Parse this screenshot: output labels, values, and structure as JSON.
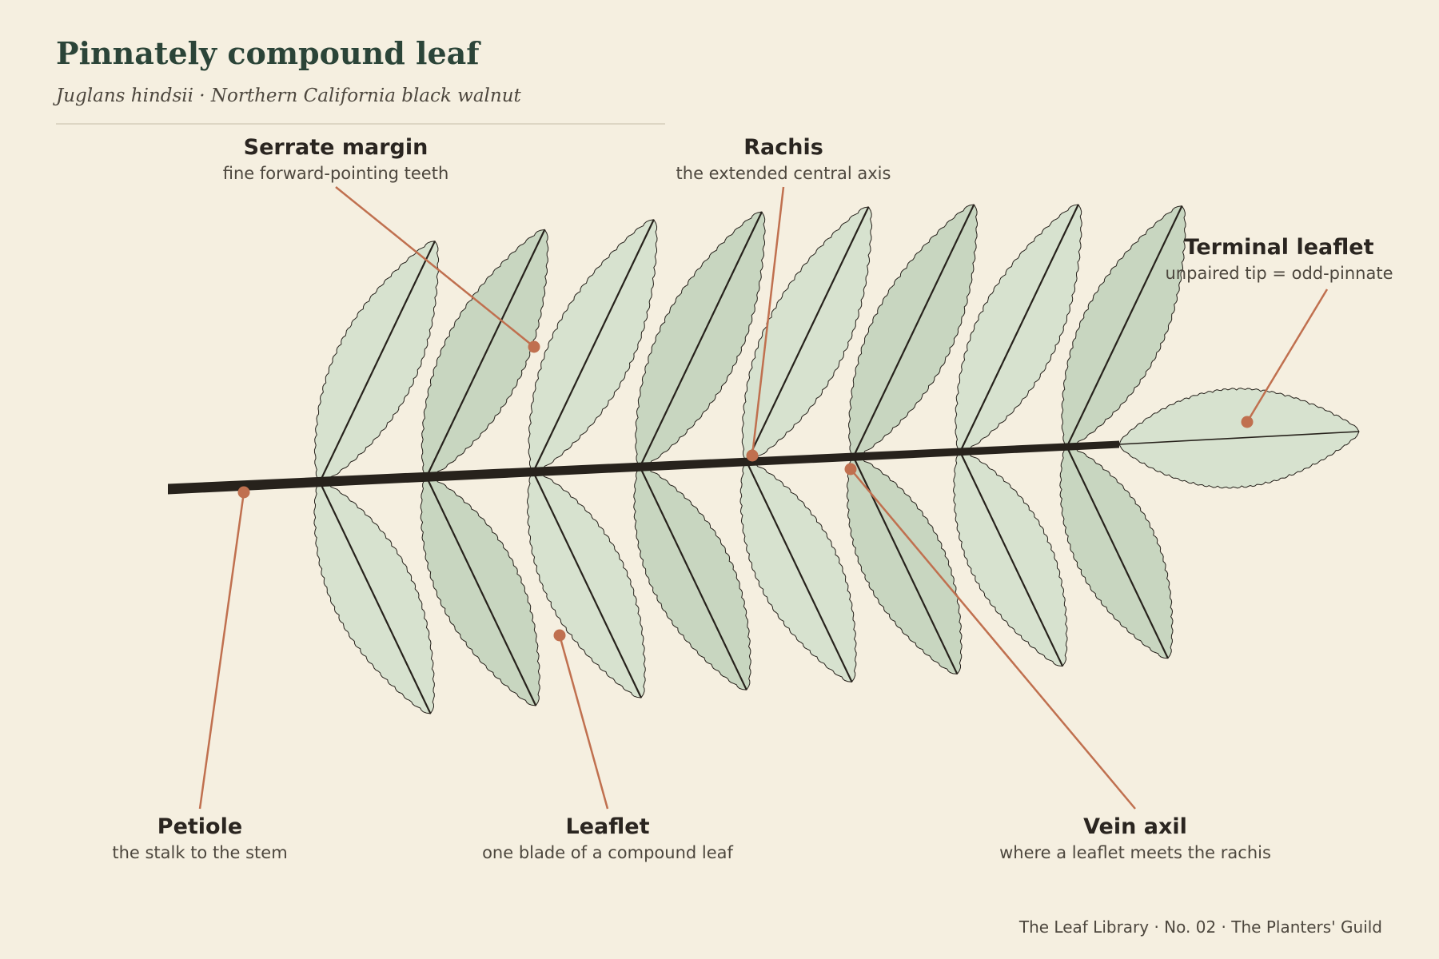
{
  "title": "Pinnately compound leaf",
  "subtitle": "Juglans hindsii · Northern California black walnut",
  "labels": {
    "serrate": {
      "name": "Serrate margin",
      "desc": "fine forward-pointing teeth"
    },
    "rachis": {
      "name": "Rachis",
      "desc": "the extended central axis"
    },
    "terminal": {
      "name": "Terminal leaflet",
      "desc": "unpaired tip = odd-pinnate"
    },
    "petiole": {
      "name": "Petiole",
      "desc": "the stalk to the stem"
    },
    "leaflet": {
      "name": "Leaflet",
      "desc": "one blade of a compound leaf"
    },
    "axil": {
      "name": "Vein axil",
      "desc": "where a leaflet meets the rachis"
    }
  },
  "footer": "The Leaf Library · No. 02 · The Planters' Guild",
  "colors": {
    "background": "#f5efe0",
    "title": "#2b4438",
    "leaflet_light": "#d7e2cf",
    "leaflet_dark": "#c8d6c0",
    "rachis": "#27221c",
    "callout": "#c0704f"
  },
  "leaflet_pairs": 8
}
